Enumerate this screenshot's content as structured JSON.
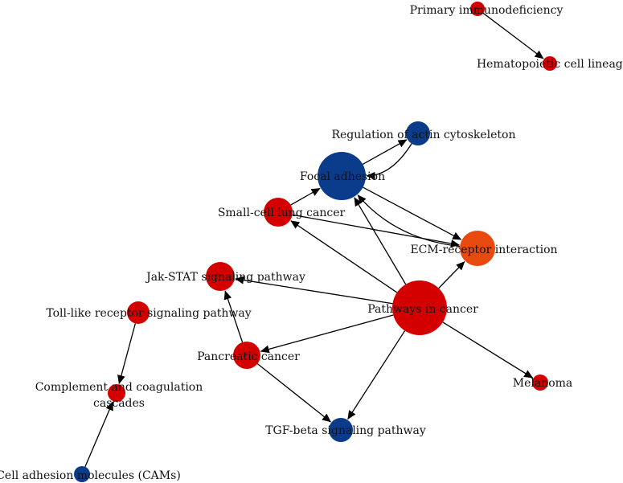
{
  "colors": {
    "red": "#d40000",
    "blue": "#0b3c8c",
    "orange": "#e8490f",
    "edge": "#000000"
  },
  "nodes": [
    {
      "id": "primary-immunodeficiency",
      "label": "Primary immunodeficiency",
      "color": "red",
      "size_rank": "small"
    },
    {
      "id": "hematopoietic-cell-lineage",
      "label": "Hematopoietic cell lineage",
      "color": "red",
      "size_rank": "small"
    },
    {
      "id": "regulation-of-actin-cytoskeleton",
      "label": "Regulation of actin cytoskeleton",
      "color": "blue",
      "size_rank": "medium"
    },
    {
      "id": "focal-adhesion",
      "label": "Focal adhesion",
      "color": "blue",
      "size_rank": "large"
    },
    {
      "id": "small-cell-lung-cancer",
      "label": "Small-cell lung cancer",
      "color": "red",
      "size_rank": "medium"
    },
    {
      "id": "ecm-receptor-interaction",
      "label": "ECM-receptor interaction",
      "color": "orange",
      "size_rank": "medium-large"
    },
    {
      "id": "jak-stat-signaling-pathway",
      "label": "Jak-STAT signaling pathway",
      "color": "red",
      "size_rank": "medium"
    },
    {
      "id": "toll-like-receptor-signaling-pathway",
      "label": "Toll-like receptor signaling pathway",
      "color": "red",
      "size_rank": "small"
    },
    {
      "id": "pathways-in-cancer",
      "label": "Pathways in cancer",
      "color": "red",
      "size_rank": "largest"
    },
    {
      "id": "pancreatic-cancer",
      "label": "Pancreatic cancer",
      "color": "red",
      "size_rank": "medium"
    },
    {
      "id": "melanoma",
      "label": "Melanoma",
      "color": "red",
      "size_rank": "small"
    },
    {
      "id": "complement-and-coagulation-cascades",
      "label": "Complement and coagulation cascades",
      "label_lines": [
        "Complement and coagulation",
        "cascades"
      ],
      "color": "red",
      "size_rank": "small"
    },
    {
      "id": "tgf-beta-signaling-pathway",
      "label": "TGF-beta signaling pathway",
      "color": "blue",
      "size_rank": "medium"
    },
    {
      "id": "cell-adhesion-molecules",
      "label": "Cell adhesion molecules (CAMs)",
      "color": "blue",
      "size_rank": "small"
    }
  ],
  "edges": [
    {
      "from": "primary-immunodeficiency",
      "to": "hematopoietic-cell-lineage"
    },
    {
      "from": "focal-adhesion",
      "to": "regulation-of-actin-cytoskeleton"
    },
    {
      "from": "regulation-of-actin-cytoskeleton",
      "to": "focal-adhesion"
    },
    {
      "from": "small-cell-lung-cancer",
      "to": "focal-adhesion"
    },
    {
      "from": "small-cell-lung-cancer",
      "to": "ecm-receptor-interaction"
    },
    {
      "from": "focal-adhesion",
      "to": "ecm-receptor-interaction"
    },
    {
      "from": "ecm-receptor-interaction",
      "to": "focal-adhesion"
    },
    {
      "from": "pathways-in-cancer",
      "to": "focal-adhesion"
    },
    {
      "from": "pathways-in-cancer",
      "to": "small-cell-lung-cancer"
    },
    {
      "from": "pathways-in-cancer",
      "to": "ecm-receptor-interaction"
    },
    {
      "from": "pathways-in-cancer",
      "to": "jak-stat-signaling-pathway"
    },
    {
      "from": "pathways-in-cancer",
      "to": "pancreatic-cancer"
    },
    {
      "from": "pathways-in-cancer",
      "to": "melanoma"
    },
    {
      "from": "pathways-in-cancer",
      "to": "tgf-beta-signaling-pathway"
    },
    {
      "from": "pancreatic-cancer",
      "to": "jak-stat-signaling-pathway"
    },
    {
      "from": "pancreatic-cancer",
      "to": "tgf-beta-signaling-pathway"
    },
    {
      "from": "toll-like-receptor-signaling-pathway",
      "to": "complement-and-coagulation-cascades"
    },
    {
      "from": "cell-adhesion-molecules",
      "to": "complement-and-coagulation-cascades"
    }
  ]
}
